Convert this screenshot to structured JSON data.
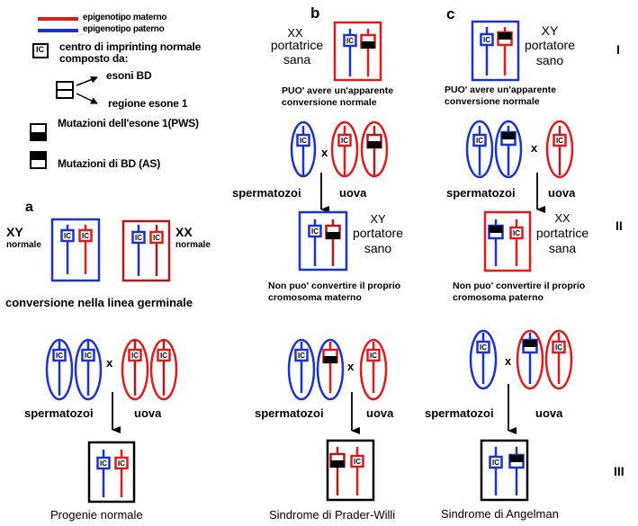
{
  "legend": {
    "maternal_line": "epigenotipo materno",
    "paternal_line": "epigenotipo paterno",
    "ic_label": "IC",
    "ic_text_1": "centro di imprinting normale",
    "ic_text_2": "composto da:",
    "bd_exons": "esoni BD",
    "exon1_region": "regione esone 1",
    "pws_mutation": "Mutazioni dell'esone 1(PWS)",
    "as_mutation": "Mutazioni di BD (AS)"
  },
  "colors": {
    "maternal": "#e01b1b",
    "paternal": "#1a33cc",
    "dark_maternal": "#b01a1a"
  },
  "generations": [
    "I",
    "II",
    "III"
  ],
  "panel_a": {
    "letter": "a",
    "xy": "XY",
    "xy_sub": "normale",
    "xx": "XX",
    "xx_sub": "normale",
    "caption": "conversione nella linea germinale",
    "sperm": "spermatozoi",
    "cross": "x",
    "eggs": "uova",
    "result": "Progenie normale"
  },
  "panel_b": {
    "letter": "b",
    "gen1_karyotype": "XX",
    "gen1_status_1": "portatrice",
    "gen1_status_2": "sana",
    "gen1_note_1": "PUO' avere un'apparente",
    "gen1_note_2": "conversione normale",
    "sperm": "spermatozoi",
    "cross1": "x",
    "eggs": "uova",
    "gen2_karyotype": "XY",
    "gen2_status_1": "portatore",
    "gen2_status_2": "sano",
    "gen2_note_1": "Non puo' convertire il proprio",
    "gen2_note_2": "cromosoma materno",
    "sperm2": "spermatozoi",
    "cross2": "x",
    "eggs2": "uova",
    "result": "Sindrome di Prader-Willi"
  },
  "panel_c": {
    "letter": "c",
    "gen1_karyotype": "XY",
    "gen1_status_1": "portatore",
    "gen1_status_2": "sano",
    "gen1_note_1": "PUO' avere un'apparente",
    "gen1_note_2": "conversione normale",
    "sperm": "spermatozoi",
    "cross1": "x",
    "eggs": "uova",
    "gen2_karyotype": "XX",
    "gen2_status_1": "portatrice",
    "gen2_status_2": "sana",
    "gen2_note_1": "Non puo' convertire il proprio",
    "gen2_note_2": "cromosoma paterno",
    "sperm2": "spermatozoi",
    "cross2": "x",
    "eggs2": "uova",
    "result": "Sindrome di Angelman"
  }
}
